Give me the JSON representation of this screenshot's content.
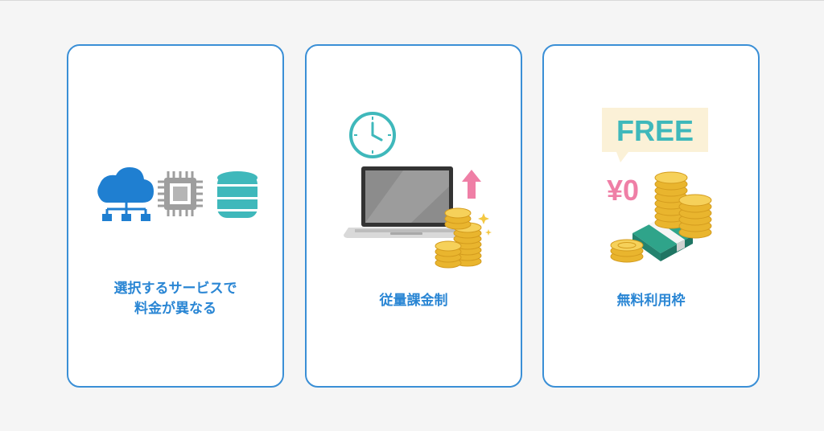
{
  "cards": [
    {
      "label": "選択するサービスで\n料金が異なる",
      "icons": [
        "cloud-network-icon",
        "cpu-chip-icon",
        "database-icon"
      ]
    },
    {
      "label": "従量課金制",
      "icons": [
        "clock-icon",
        "laptop-icon",
        "up-arrow-icon",
        "coin-stack-icon",
        "sparkle-icon"
      ]
    },
    {
      "label": "無料利用枠",
      "badge": "FREE",
      "price": "¥0",
      "icons": [
        "speech-bubble-icon",
        "coin-stack-icon",
        "banknote-bundle-icon"
      ]
    }
  ],
  "colors": {
    "accent": "#2a86d4",
    "border": "#3a8fd6",
    "teal": "#3fb8bb",
    "pink": "#ef7fa6",
    "gold": "#f1c63a",
    "free_text": "#3fb8bb",
    "free_bg": "#fbf1d7"
  }
}
